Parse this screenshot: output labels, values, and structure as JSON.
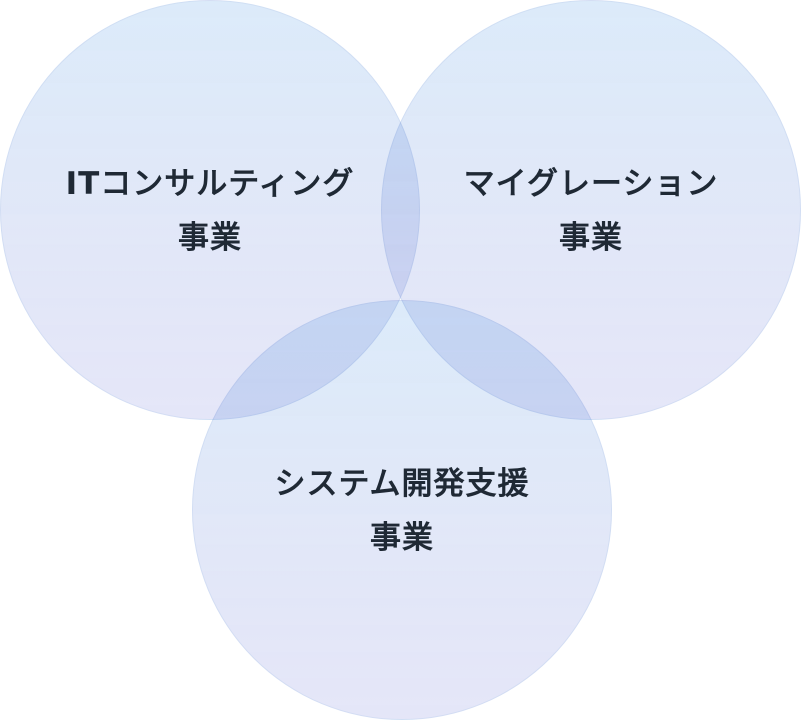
{
  "diagram": {
    "type": "venn",
    "sets": [
      {
        "id": "it-consulting",
        "label_line1": "ITコンサルティング",
        "label_line2": "事業",
        "position": "top-left"
      },
      {
        "id": "migration",
        "label_line1": "マイグレーション",
        "label_line2": "事業",
        "position": "top-right"
      },
      {
        "id": "system-development-support",
        "label_line1": "システム開発支援",
        "label_line2": "事業",
        "position": "bottom-center"
      }
    ],
    "colors": {
      "circle_top": "#dbe9f8",
      "circle_bottom": "#e3e6f7",
      "overlap": "#c9daf3",
      "text": "#1f2935",
      "background": "#ffffff"
    }
  }
}
